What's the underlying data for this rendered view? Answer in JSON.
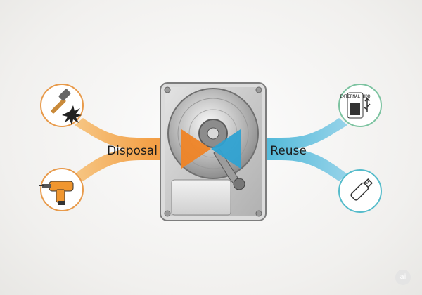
{
  "flows": {
    "left": {
      "label": "Disposal",
      "color": "#f39a3a"
    },
    "right": {
      "label": "Reuse",
      "color": "#4ab6d8"
    }
  },
  "icons": {
    "hammer": {
      "name": "hammer-smash-icon",
      "ring_color": "#e89a4a"
    },
    "drill": {
      "name": "power-drill-icon",
      "ring_color": "#e89a4a"
    },
    "external_hdd": {
      "name": "external-hdd-icon",
      "label": "EXTERNAL HDD",
      "ring_color": "#7cc3a0"
    },
    "usb": {
      "name": "usb-drive-icon",
      "ring_color": "#56bccb"
    }
  },
  "center": {
    "name": "hard-drive-internals"
  },
  "badge": {
    "text": "ai"
  }
}
